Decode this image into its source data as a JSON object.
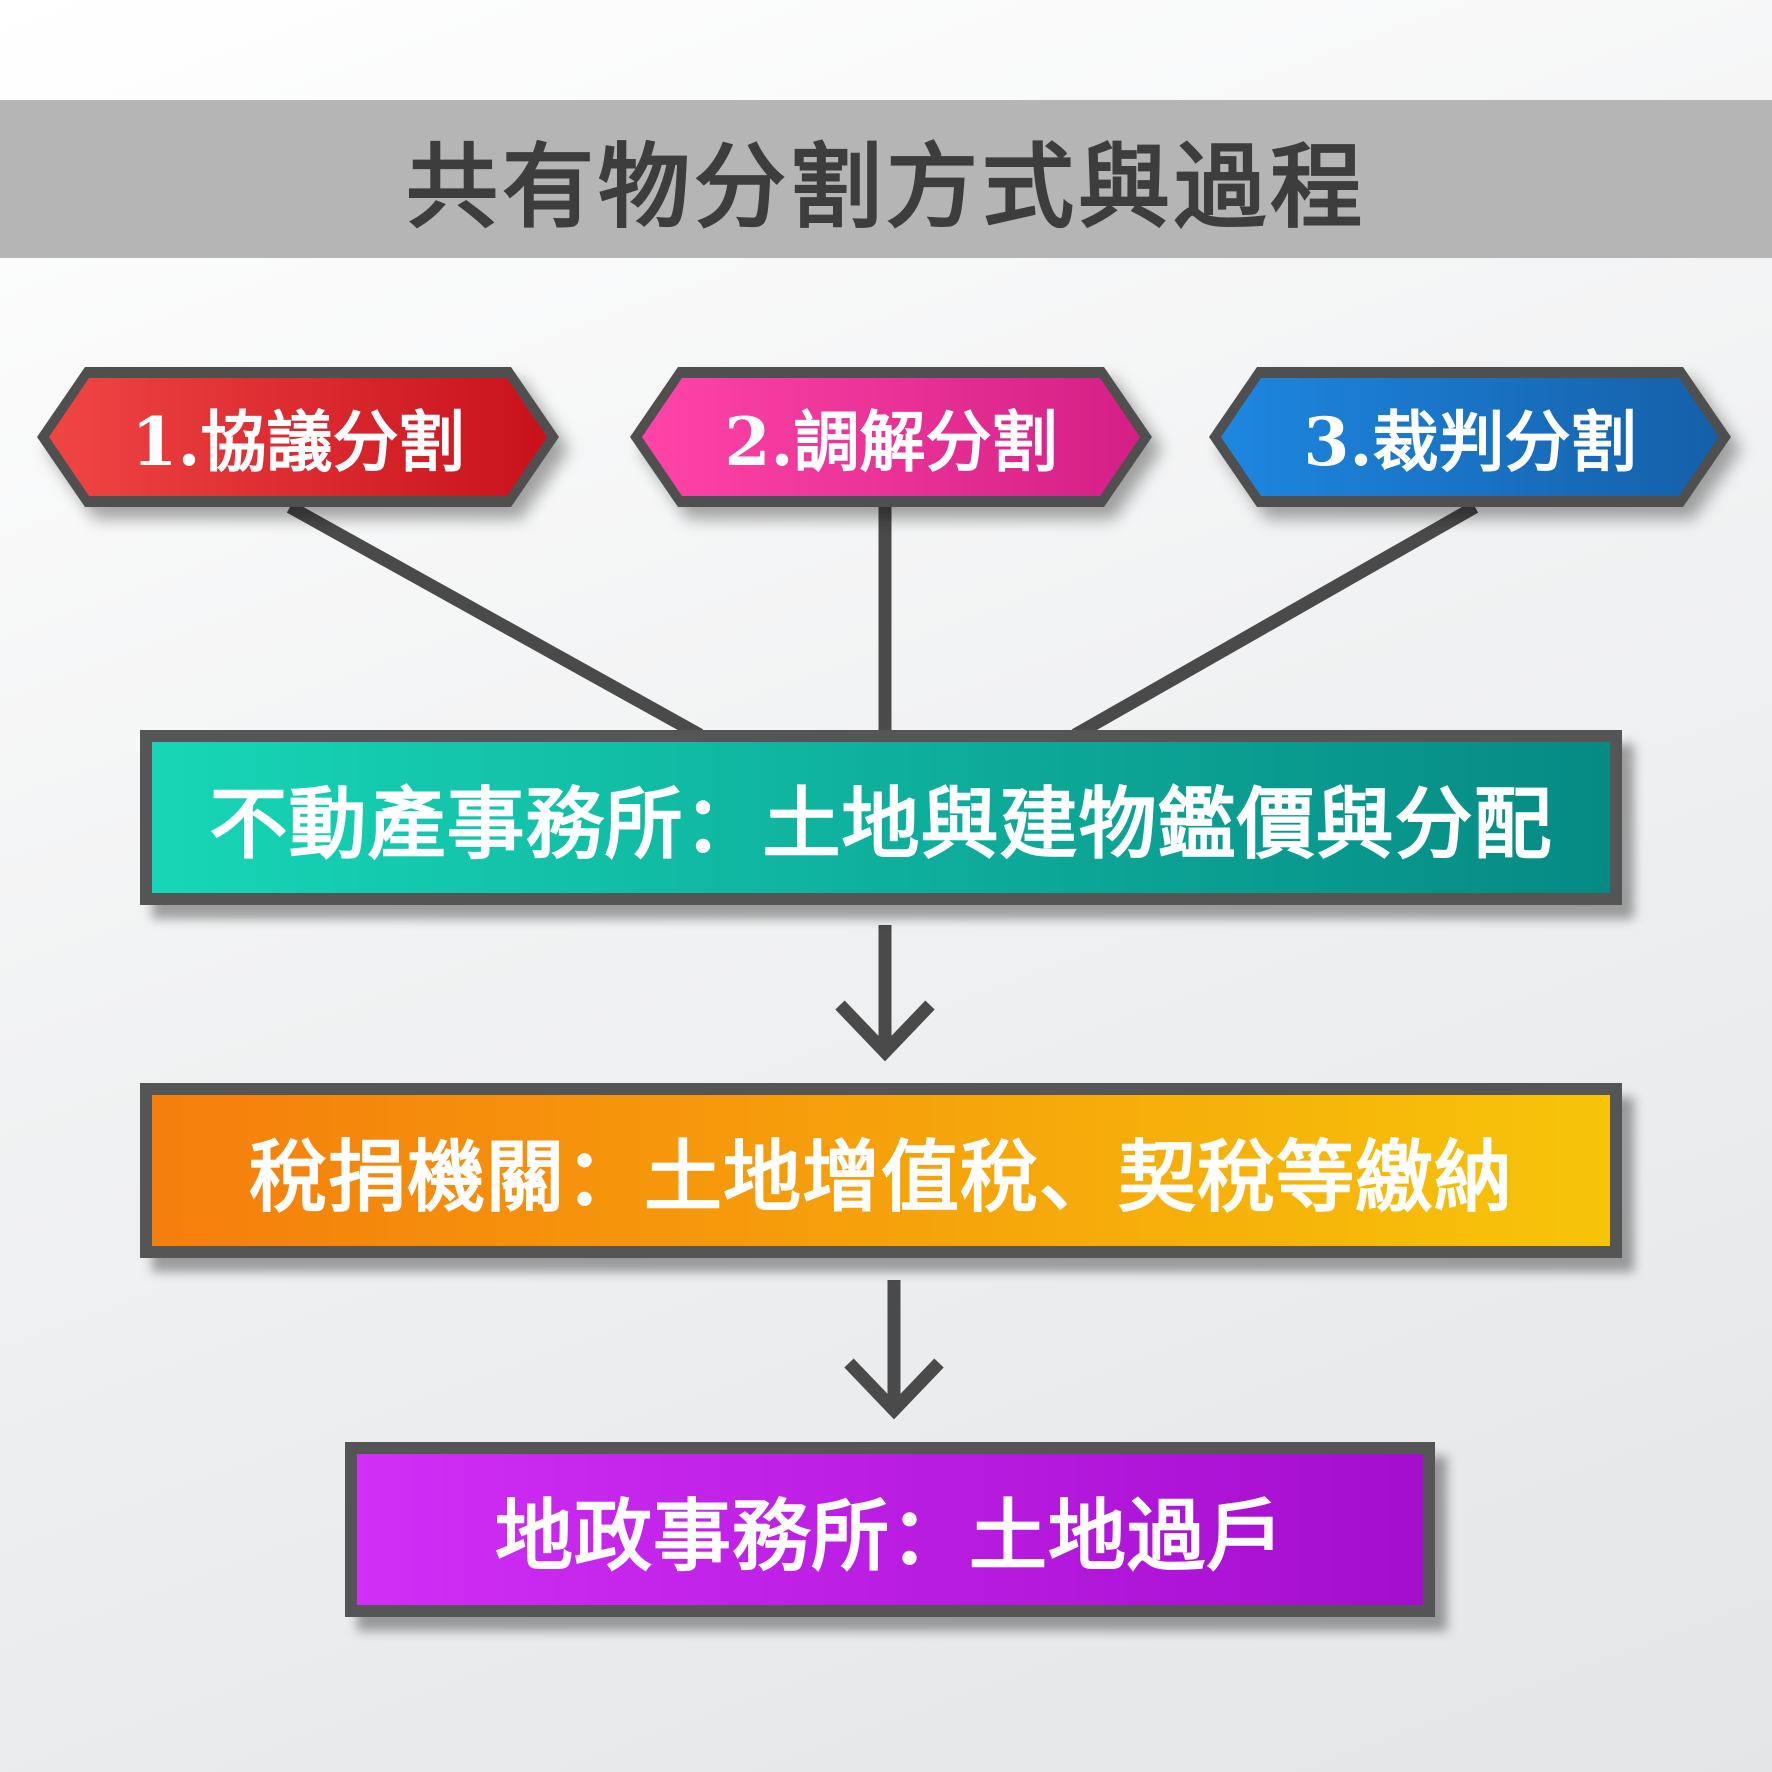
{
  "title": "共有物分割方式與過程",
  "methods": [
    {
      "label": "1.協議分割",
      "gradient": [
        "#f04545",
        "#c8111c"
      ]
    },
    {
      "label": "2.調解分割",
      "gradient": [
        "#ff44a8",
        "#d41f86"
      ]
    },
    {
      "label": "3.裁判分割",
      "gradient": [
        "#1d87e0",
        "#155fa8"
      ]
    }
  ],
  "steps": [
    {
      "label": "不動產事務所：土地與建物鑑價與分配",
      "gradient": [
        "#17d6b6",
        "#068a84"
      ]
    },
    {
      "label": "稅捐機關：土地增值稅、契稅等繳納",
      "gradient": [
        "#f57e0c",
        "#f7c40a"
      ]
    },
    {
      "label": "地政事務所：土地過戶",
      "gradient": [
        "#d12ef6",
        "#a40dce"
      ]
    }
  ],
  "colors": {
    "connector": "#4a4a4a",
    "frame": "#555555",
    "title_bar": "#b5b5b5",
    "title_text": "#3d3d3d"
  }
}
